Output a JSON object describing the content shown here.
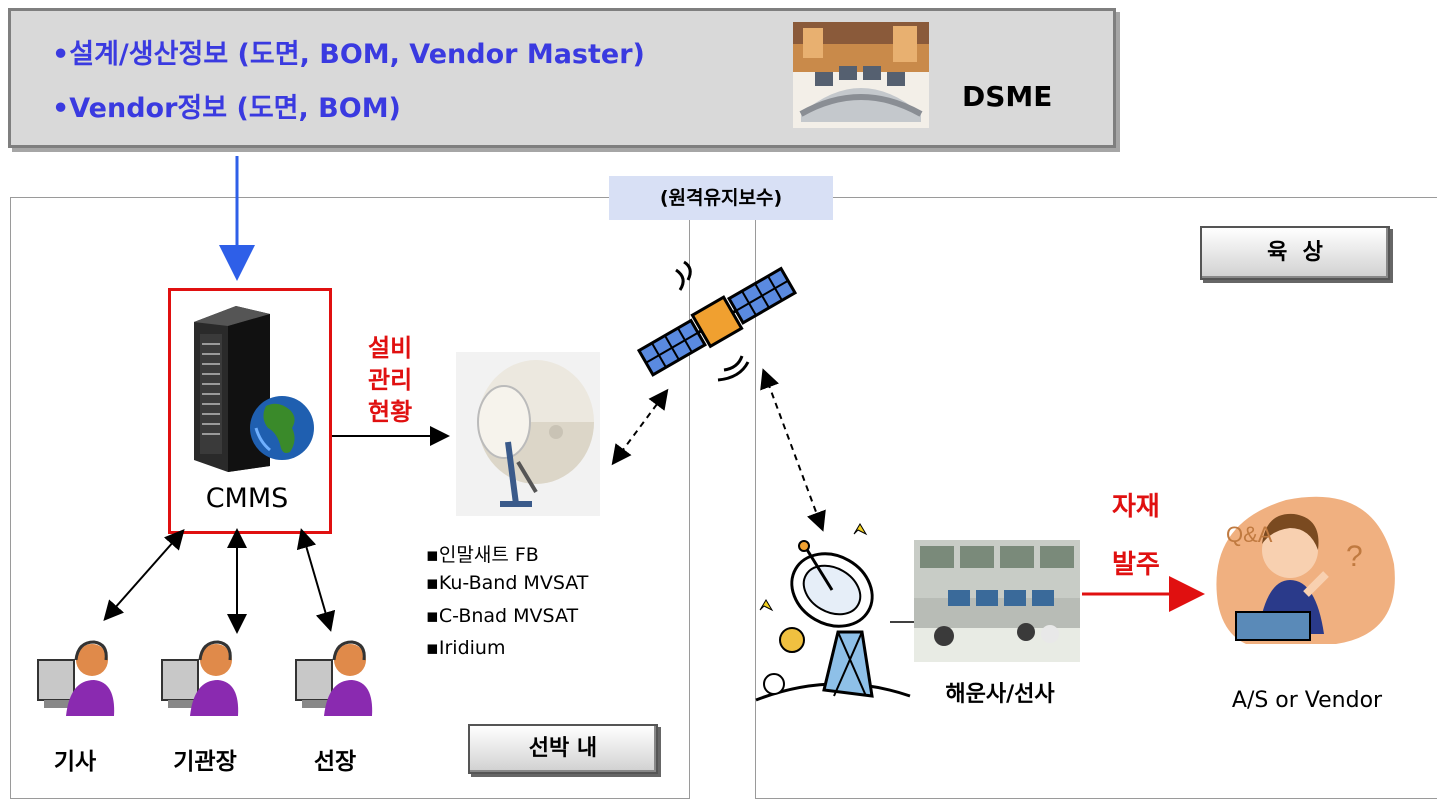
{
  "top_box": {
    "line1": "•설계/생산정보 (도면, BOM, Vendor Master)",
    "line2": "•Vendor정보 (도면, BOM)",
    "company": "DSME"
  },
  "remote_label": "(원격유지보수)",
  "land_label": "육  상",
  "ship_label": "선박 내",
  "cmms": "CMMS",
  "equipment_status": [
    "설비",
    "관리",
    "현황"
  ],
  "services": [
    "▪인말새트 FB",
    "▪Ku-Band MVSAT",
    "▪C-Bnad MVSAT",
    "▪Iridium"
  ],
  "persons": [
    "기사",
    "기관장",
    "선장"
  ],
  "material_order": [
    "자재",
    "발주"
  ],
  "shipping_company": "해운사/선사",
  "vendor": "A/S or Vendor",
  "colors": {
    "accent_red": "#e01010",
    "bullet_blue": "#3a3ae0",
    "arrow_blue": "#2e5fe8"
  }
}
